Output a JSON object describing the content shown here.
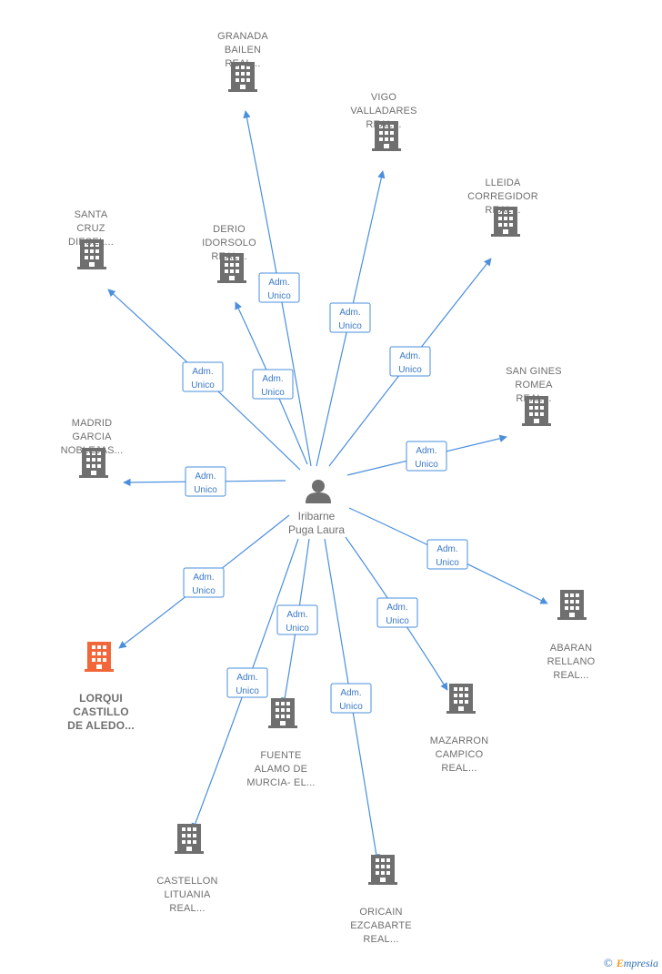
{
  "colors": {
    "edge": "#4a8fde",
    "building": "#6f6f6f",
    "building_highlight": "#f2673a",
    "person": "#6f6f6f"
  },
  "center": {
    "name_lines": [
      "Iribarne",
      "Puga Laura"
    ],
    "icon": "person-icon"
  },
  "edge_label": [
    "Adm.",
    "Unico"
  ],
  "companies": [
    {
      "id": "granada-bailen",
      "lines": [
        "GRANADA",
        "BAILEN",
        "REAL..."
      ],
      "highlight": false
    },
    {
      "id": "vigo-valladares",
      "lines": [
        "VIGO",
        "VALLADARES",
        "REAL..."
      ],
      "highlight": false
    },
    {
      "id": "lleida-corregidor",
      "lines": [
        "LLEIDA",
        "CORREGIDOR",
        "REAL..."
      ],
      "highlight": false
    },
    {
      "id": "santa-cruz-diesel",
      "lines": [
        "SANTA",
        "CRUZ",
        "DIESEL..."
      ],
      "highlight": false
    },
    {
      "id": "derio-idorsolo",
      "lines": [
        "DERIO",
        "IDORSOLO",
        "REAL..."
      ],
      "highlight": false
    },
    {
      "id": "san-gines-romea",
      "lines": [
        "SAN GINES",
        "ROMEA",
        "REAL..."
      ],
      "highlight": false
    },
    {
      "id": "madrid-garcia",
      "lines": [
        "MADRID",
        "GARCIA",
        "NOBLEJAS..."
      ],
      "highlight": false
    },
    {
      "id": "abaran-rellano",
      "lines": [
        "ABARAN",
        "RELLANO",
        "REAL..."
      ],
      "highlight": false
    },
    {
      "id": "lorqui-castillo",
      "lines": [
        "LORQUI",
        "CASTILLO",
        "DE ALEDO..."
      ],
      "highlight": true
    },
    {
      "id": "fuente-alamo",
      "lines": [
        "FUENTE",
        "ALAMO DE",
        "MURCIA- EL..."
      ],
      "highlight": false
    },
    {
      "id": "mazarron-campico",
      "lines": [
        "MAZARRON",
        "CAMPICO",
        "REAL..."
      ],
      "highlight": false
    },
    {
      "id": "castellon-lituania",
      "lines": [
        "CASTELLON",
        "LITUANIA",
        "REAL..."
      ],
      "highlight": false
    },
    {
      "id": "oricain-ezcabarte",
      "lines": [
        "ORICAIN",
        "EZCABARTE",
        "REAL..."
      ],
      "highlight": false
    }
  ],
  "brand": {
    "symbol": "©",
    "initial": "E",
    "rest": "mpresia"
  }
}
